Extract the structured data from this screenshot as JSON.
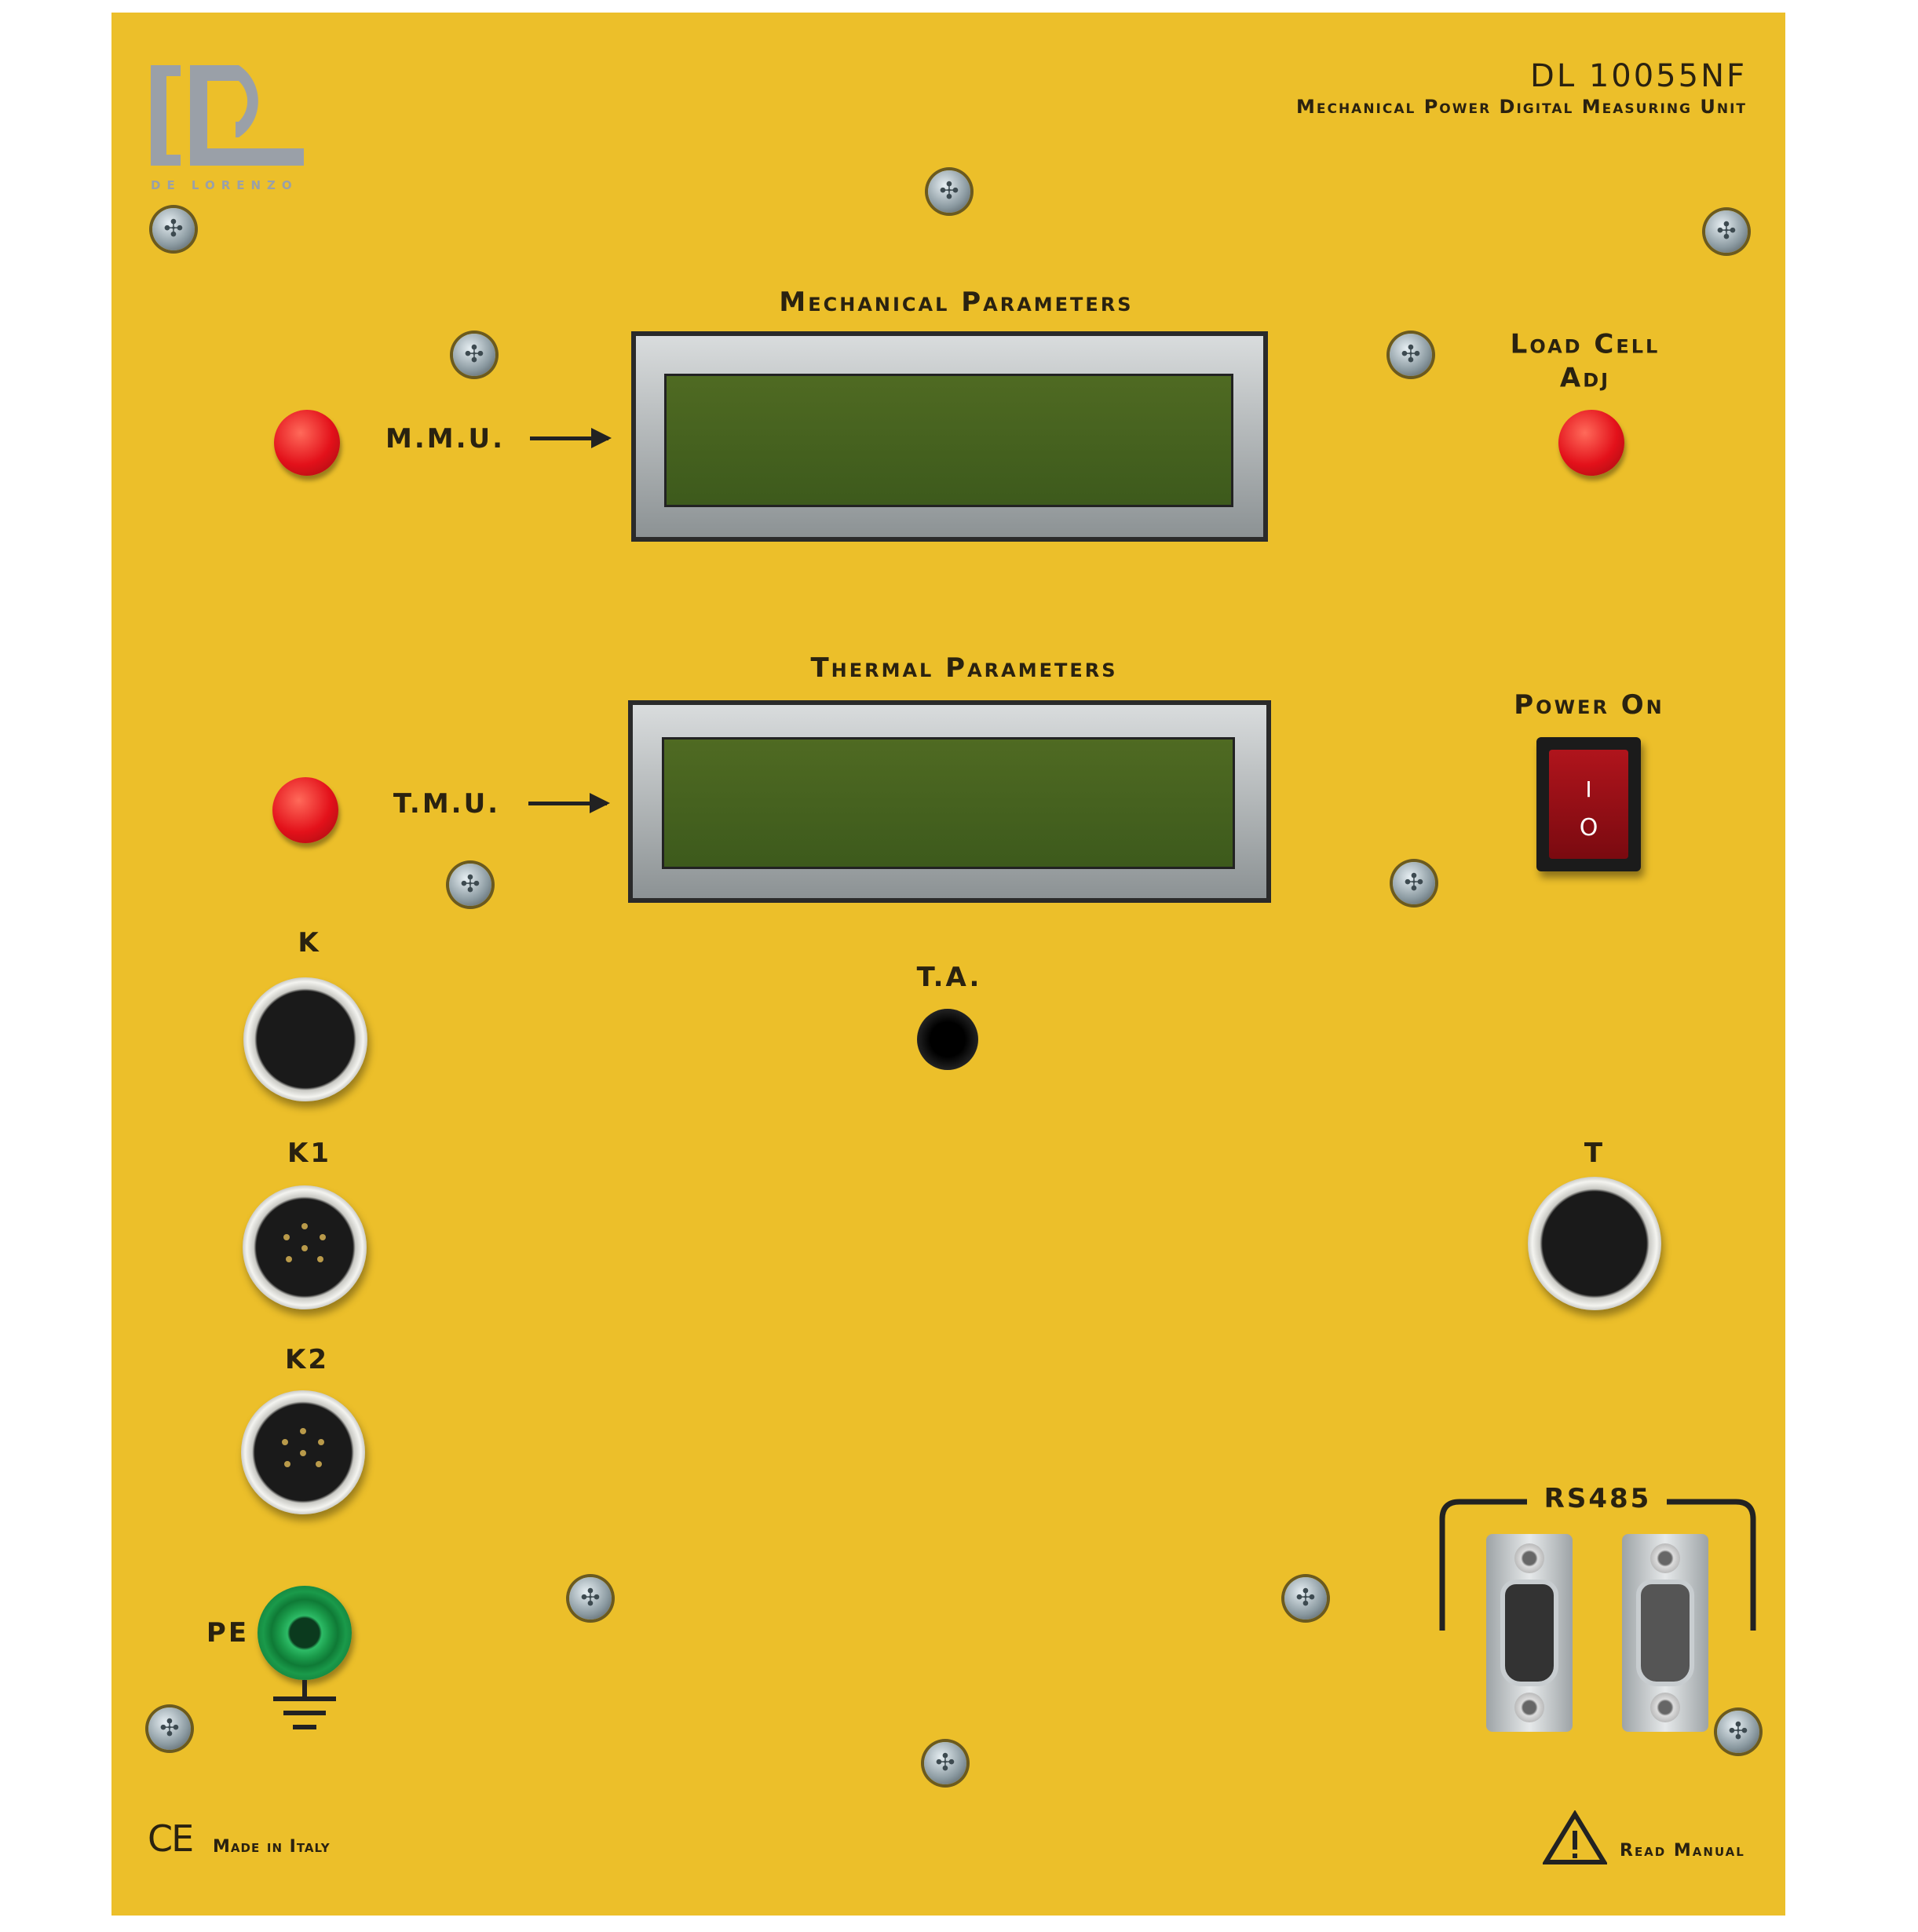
{
  "brand": {
    "logo_text": "DE LORENZO"
  },
  "header": {
    "model": "DL 10055NF",
    "subtitle": "Mechanical Power Digital Measuring Unit"
  },
  "displays": {
    "mechanical_label": "Mechanical Parameters",
    "thermal_label": "Thermal Parameters"
  },
  "buttons": {
    "mmu_label": "M.M.U.",
    "tmu_label": "T.M.U.",
    "load_cell_label_1": "Load Cell",
    "load_cell_label_2": "Adj"
  },
  "power": {
    "label": "Power On",
    "on_symbol": "I",
    "off_symbol": "O"
  },
  "connectors": {
    "k": "K",
    "k1": "K1",
    "k2": "K2",
    "t": "T",
    "ta": "T.A.",
    "pe": "PE",
    "rs485": "RS485"
  },
  "footer": {
    "ce": "CE",
    "made_in": "Made in Italy",
    "read_manual": "Read Manual"
  },
  "colors": {
    "panel": "#ecbf2a",
    "button_red": "#e3111a",
    "lcd_green": "#4f6a22",
    "pe_green": "#1a9a4a"
  }
}
